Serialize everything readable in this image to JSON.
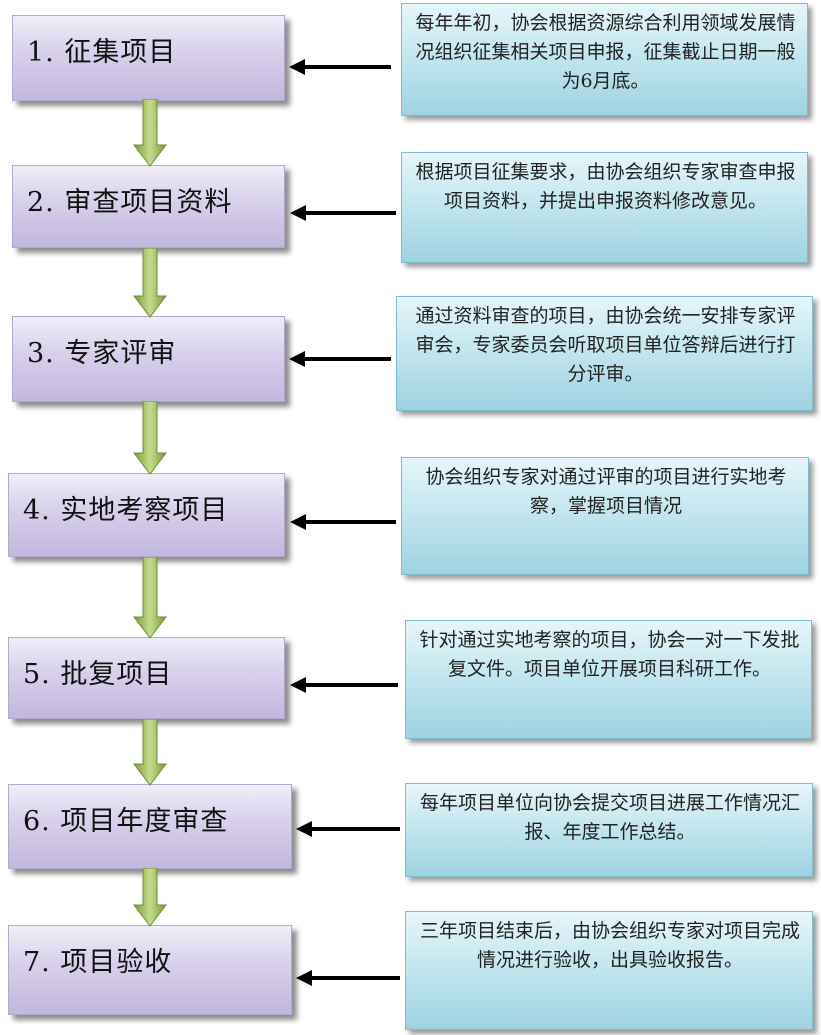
{
  "steps": [
    {
      "label": "1. 征集项目"
    },
    {
      "label": "2. 审查项目资料"
    },
    {
      "label": "3. 专家评审"
    },
    {
      "label": "4. 实地考察项目"
    },
    {
      "label": "5. 批复项目"
    },
    {
      "label": "6. 项目年度审查"
    },
    {
      "label": "7. 项目验收"
    }
  ],
  "descriptions": [
    {
      "text": "每年年初，协会根据资源综合利用领域发展情况组织征集相关项目申报，征集截止日期一般为6月底。"
    },
    {
      "text": "根据项目征集要求，由协会组织专家审查申报项目资料，并提出申报资料修改意见。"
    },
    {
      "text": "通过资料审查的项目，由协会统一安排专家评审会，专家委员会听取项目单位答辩后进行打分评审。"
    },
    {
      "text": "协会组织专家对通过评审的项目进行实地考察，掌握项目情况"
    },
    {
      "text": "针对通过实地考察的项目，协会一对一下发批复文件。项目单位开展项目科研工作。"
    },
    {
      "text": "每年项目单位向协会提交项目进展工作情况汇报、年度工作总结。"
    },
    {
      "text": "三年项目结束后，由协会组织专家对项目完成情况进行验收，出具验收报告。"
    }
  ],
  "colors": {
    "step_box": "#c2b7de",
    "desc_box": "#9fd2e1",
    "down_arrow": "#9bbb59",
    "left_arrow": "#000000"
  }
}
